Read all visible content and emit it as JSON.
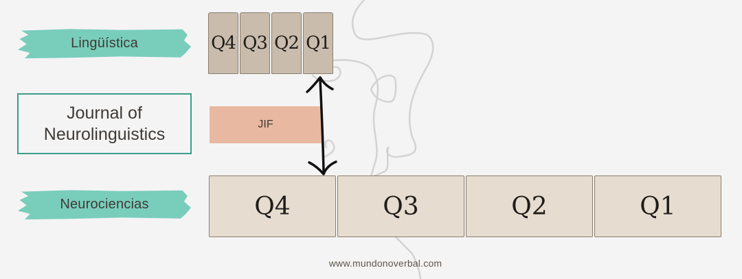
{
  "categories": {
    "top": {
      "label": "Lingüística",
      "color": "#79cdbb"
    },
    "bottom": {
      "label": "Neurociencias",
      "color": "#79cdbb"
    }
  },
  "journal": {
    "line1": "Journal of",
    "line2": "Neurolinguistics",
    "border_color": "#3a9d89"
  },
  "metric": {
    "label": "JIF",
    "color": "#e8b8a0"
  },
  "quartiles_top": {
    "color": "#c9bcac",
    "items": [
      "Q4",
      "Q3",
      "Q2",
      "Q1"
    ]
  },
  "quartiles_bottom": {
    "color": "#e6dccf",
    "items": [
      "Q4",
      "Q3",
      "Q2",
      "Q1"
    ]
  },
  "connector": {
    "from": "Lingüística Q1",
    "to": "Neurociencias Q4",
    "icon": "double-arrow-icon"
  },
  "footer": {
    "url": "www.mundonoverbal.com"
  }
}
